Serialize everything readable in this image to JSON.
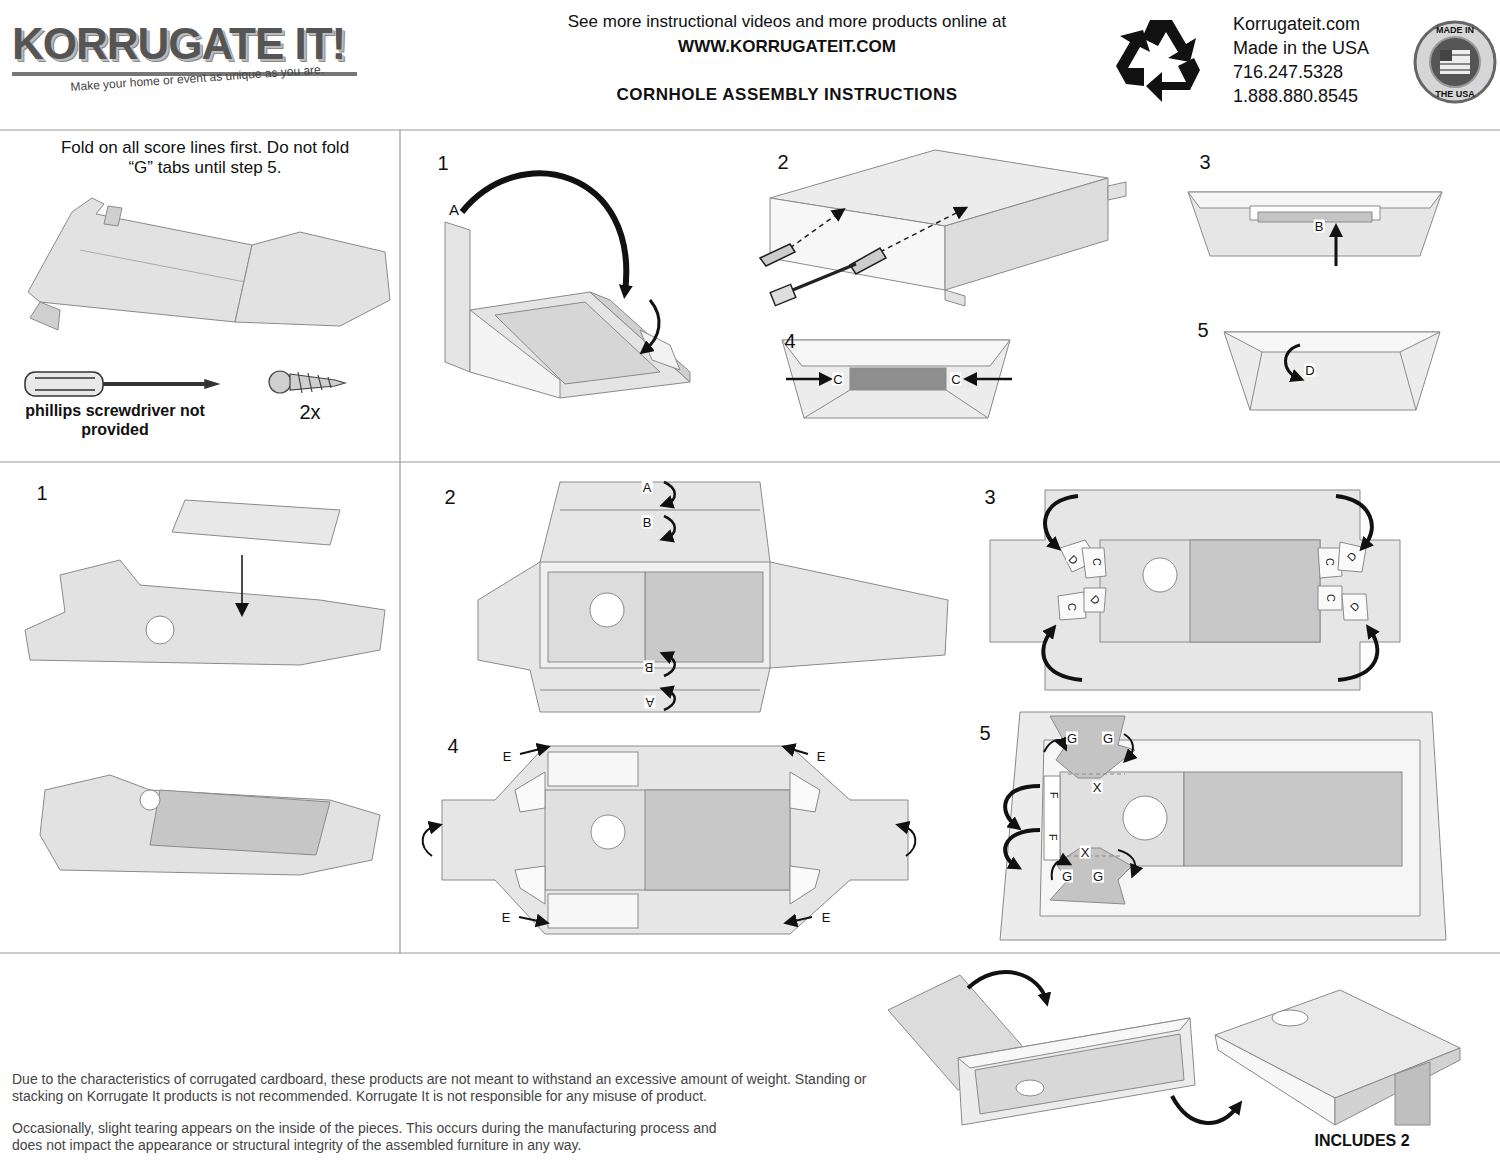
{
  "diagram": {
    "title": "CORNHOLE ASSEMBLY INSTRUCTIONS",
    "labels": [
      "KORRUGATE IT!",
      "Make your home or event as unique as you are.",
      "See more instructional videos and more products online at",
      "WWW.KORRUGATEIT.COM",
      "Korrugateit.com",
      "Made in the USA",
      "716.247.5328",
      "1.888.880.8545",
      "MADE IN",
      "THE USA",
      "Fold on all score lines first. Do not fold “G” tabs until step 5.",
      "phillips screwdriver not provided",
      "2x",
      "1",
      "A",
      "2",
      "3",
      "B",
      "4",
      "C",
      "C",
      "5",
      "D",
      "1",
      "2",
      "A",
      "B",
      "B",
      "A",
      "3",
      "D",
      "C",
      "C",
      "D",
      "C",
      "D",
      "C",
      "D",
      "4",
      "E",
      "E",
      "E",
      "E",
      "5",
      "G",
      "G",
      "X",
      "F",
      "F",
      "X",
      "G",
      "G",
      "Due to the characteristics of corrugated cardboard, these products are not meant to withstand an excessive amount of weight. Standing or stacking on Korrugate It products is not recommended. Korrugate It is not responsible for any misuse of product.",
      "Occasionally, slight tearing appears on the inside of the pieces. This occurs during the manufacturing process and does not impact the appearance or structural integrity of the assembled furniture in any way.",
      "INCLUDES 2"
    ]
  }
}
